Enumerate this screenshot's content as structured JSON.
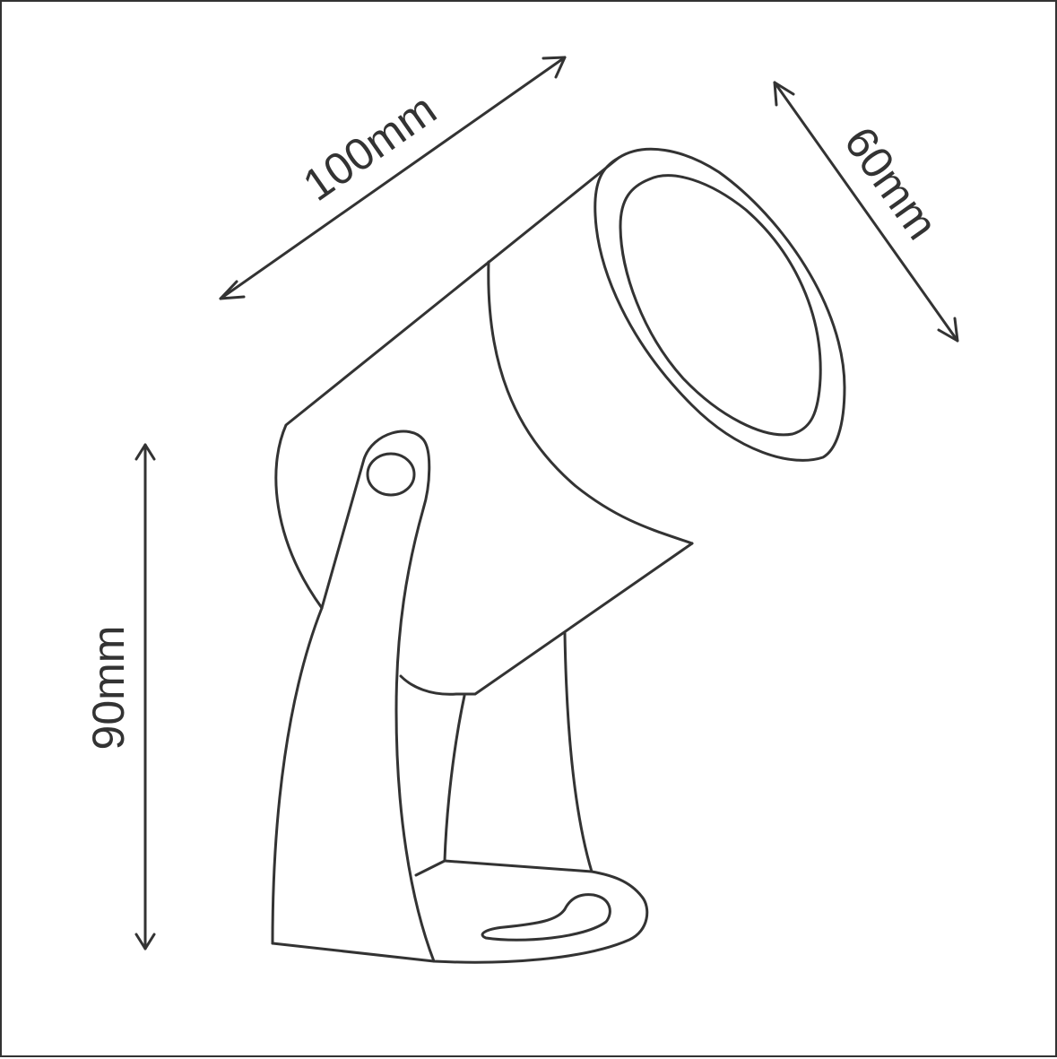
{
  "dimensions": {
    "length_label": "100mm",
    "diameter_label": "60mm",
    "height_label": "90mm"
  },
  "colors": {
    "line": "#333333",
    "background": "#ffffff"
  }
}
